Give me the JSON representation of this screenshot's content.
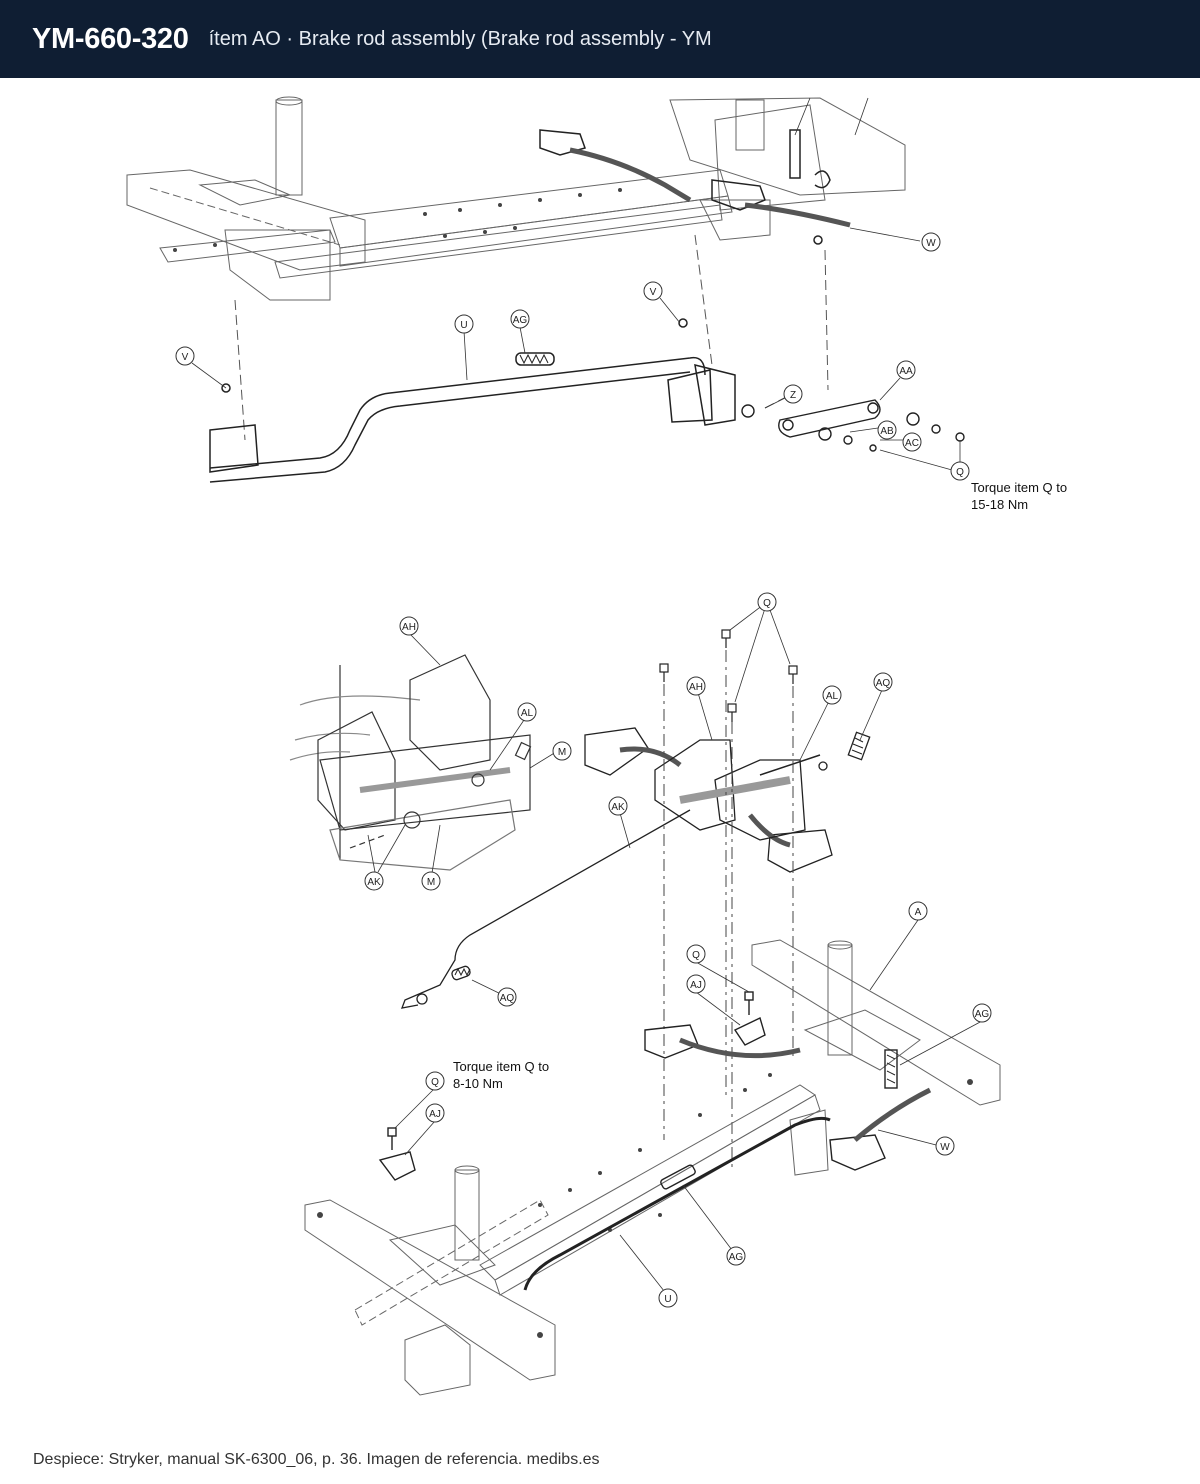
{
  "header": {
    "code": "YM-660-320",
    "title": "ítem AO · Brake rod assembly (Brake rod assembly - YM"
  },
  "diagram": {
    "torque_notes": [
      {
        "line1": "Torque item Q to",
        "line2": "15-18 Nm"
      },
      {
        "line1": "Torque item Q to",
        "line2": "8-10 Nm"
      }
    ],
    "callouts": {
      "c1": "W",
      "c2": "V",
      "c3": "V",
      "c4": "U",
      "c5": "AG",
      "c6": "AA",
      "c7": "Z",
      "c8": "AB",
      "c9": "AC",
      "c10": "Q",
      "c11": "AH",
      "c12": "AL",
      "c13": "M",
      "c14": "AK",
      "c15": "M",
      "c16": "Q",
      "c17": "AH",
      "c18": "AL",
      "c19": "AQ",
      "c20": "AK",
      "c21": "AQ",
      "c22": "A",
      "c23": "Q",
      "c24": "AJ",
      "c25": "AG",
      "c26": "Q",
      "c27": "AJ",
      "c28": "W",
      "c29": "AG",
      "c30": "U"
    }
  },
  "footer": {
    "text": "Despiece: Stryker, manual SK-6300_06, p. 36. Imagen de referencia. medibs.es"
  }
}
